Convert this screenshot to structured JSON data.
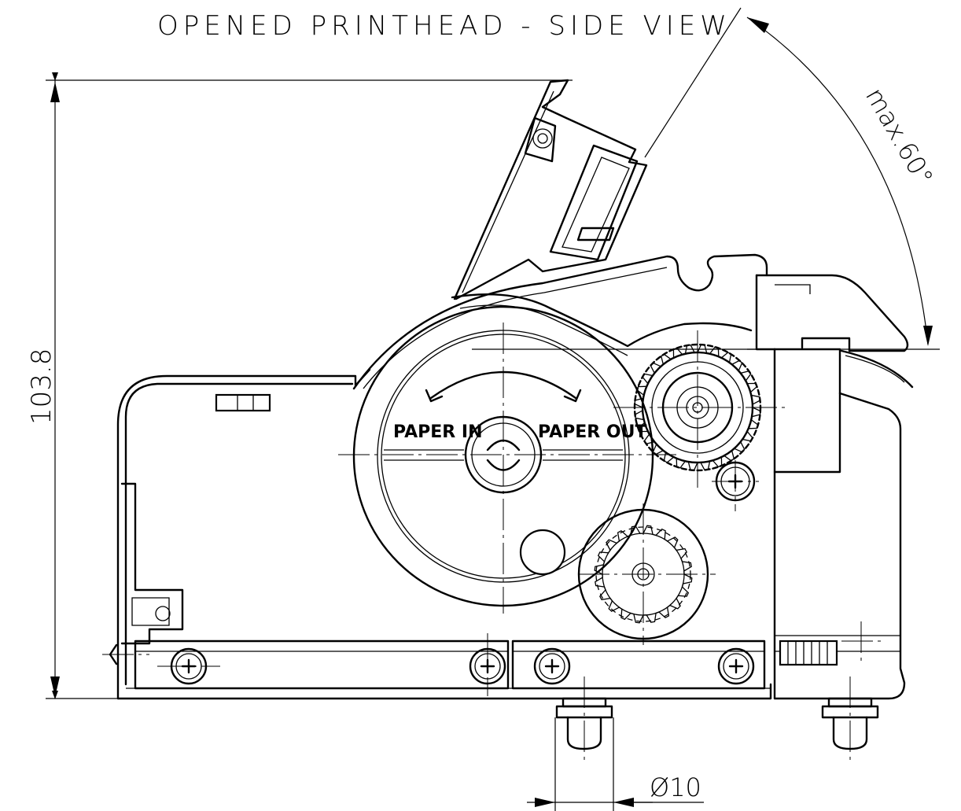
{
  "title": "OPENED PRINTHEAD - SIDE VIEW",
  "dimensions": {
    "height": "103.8",
    "angle": "max.60°",
    "diameter": "Ø10"
  },
  "labels": {
    "paper_in": "PAPER IN",
    "paper_out": "PAPER OUT"
  }
}
